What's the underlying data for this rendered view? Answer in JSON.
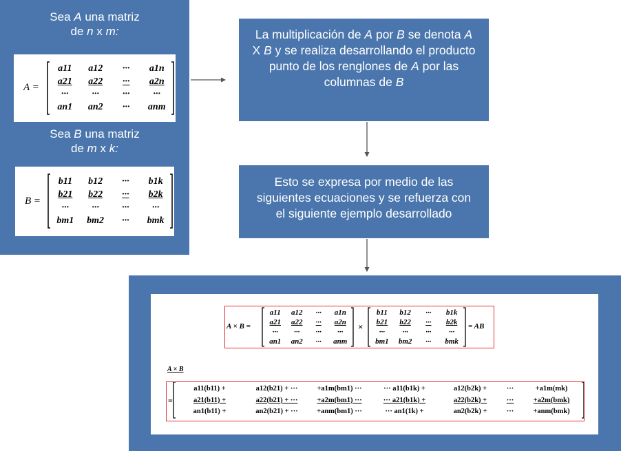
{
  "left_panel": {
    "matrix_a_caption": [
      "Sea ",
      "A",
      " una matriz",
      "de ",
      "n",
      " x ",
      "m",
      ":"
    ],
    "matrix_a_label": "A =",
    "matrix_a_rows": [
      [
        "a11",
        "a12",
        "···",
        "a1n"
      ],
      [
        "a21",
        "a22",
        "···",
        "a2n"
      ],
      [
        "···",
        "···",
        "···",
        "···"
      ],
      [
        "an1",
        "an2",
        "···",
        "anm"
      ]
    ],
    "matrix_b_caption": [
      "Sea ",
      "B",
      " una matriz",
      "de ",
      "m",
      " x ",
      "k",
      ":"
    ],
    "matrix_b_label": "B =",
    "matrix_b_rows": [
      [
        "b11",
        "b12",
        "···",
        "b1k"
      ],
      [
        "b21",
        "b22",
        "···",
        "b2k"
      ],
      [
        "···",
        "···",
        "···",
        "···"
      ],
      [
        "bm1",
        "bm2",
        "···",
        "bmk"
      ]
    ]
  },
  "box_multiplication": {
    "text_parts": [
      "La multiplicación de ",
      "A",
      " por ",
      "B",
      " se denota ",
      "A",
      " X ",
      "B",
      " y se realiza desarrollando el producto punto de los renglones de ",
      "A",
      " por las columnas de ",
      "B"
    ]
  },
  "box_expression": {
    "text": "Esto se expresa por medio de las siguientes ecuaciones y se refuerza con el siguiente ejemplo desarrollado"
  },
  "example": {
    "product_lhs": "A × B =",
    "product_times": "×",
    "product_rhs": "= AB",
    "section_label": "A × B",
    "result_eq": "=",
    "result_rows": [
      [
        "a11(b11) +",
        "a12(b21) + ···",
        "+a1m(bm1) ···",
        "··· a11(b1k) +",
        "a12(b2k) +",
        "···",
        "+a1m(mk)"
      ],
      [
        "a21(b11) +",
        "a22(b21) + ···",
        "+a2m(bm1) ···",
        "··· a21(b1k) +",
        "a22(b2k) +",
        "···",
        "+a2m(bmk)"
      ],
      [
        "an1(b11) +",
        "an2(b21) + ···",
        "+anm(bm1) ···",
        "··· an1(1k) +",
        "an2(b2k) +",
        "···",
        "+anm(bmk)"
      ]
    ]
  },
  "colors": {
    "panel_blue": "#4a76ad",
    "highlight_red": "#e53030",
    "arrow_gray": "#555555"
  }
}
